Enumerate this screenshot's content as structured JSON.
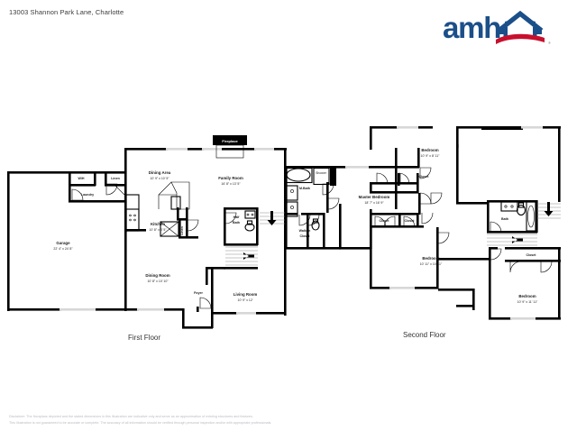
{
  "header": {
    "address": "13003 Shannon Park Lane, Charlotte",
    "logo_text": "amh",
    "logo_icon": "house-roof-icon",
    "brand_blue": "#1b4f8a",
    "brand_red": "#c8102e"
  },
  "floors": [
    {
      "id": "first",
      "caption": "First Floor"
    },
    {
      "id": "second",
      "caption": "Second Floor"
    }
  ],
  "first_floor": {
    "rooms": [
      {
        "name": "Garage",
        "dim": "22' 4\" x 24' 8\""
      },
      {
        "name": "W/H",
        "dim": ""
      },
      {
        "name": "Laundry",
        "dim": ""
      },
      {
        "name": "Linen",
        "dim": ""
      },
      {
        "name": "Dining Area",
        "dim": "10' 9\" x 10' 5\""
      },
      {
        "name": "Family Room",
        "dim": "16' 8\" x 13' 5\""
      },
      {
        "name": "Kitchen",
        "dim": "10' 8\" x 8' 5\""
      },
      {
        "name": "Dining Room",
        "dim": "10' 8\" x 10' 10\""
      },
      {
        "name": "Half Bath",
        "dim": ""
      },
      {
        "name": "Foyer",
        "dim": ""
      },
      {
        "name": "Living Room",
        "dim": "10' 9\" x 12'"
      },
      {
        "name": "Linen",
        "dim": ""
      }
    ],
    "fireplace_label": "Fireplace"
  },
  "second_floor": {
    "rooms": [
      {
        "name": "M.Bath",
        "dim": ""
      },
      {
        "name": "Shower",
        "dim": ""
      },
      {
        "name": "Walk-In Closet",
        "dim": ""
      },
      {
        "name": "Master Bedroom",
        "dim": "18' 7\" x 16' 9\""
      },
      {
        "name": "Bedroom",
        "dim": "10' 9\" x 8' 11\""
      },
      {
        "name": "Closet",
        "dim": ""
      },
      {
        "name": "Closet",
        "dim": ""
      },
      {
        "name": "Closet",
        "dim": ""
      },
      {
        "name": "Bedroom",
        "dim": "10' 11\" x 10' 11\""
      },
      {
        "name": "Bath",
        "dim": ""
      },
      {
        "name": "Closet",
        "dim": ""
      },
      {
        "name": "Bedroom",
        "dim": "10' 9\" x 11' 11\""
      }
    ]
  },
  "footer": {
    "disclaimer_line1": "Disclaimer: The floorplans depicted and the stated dimensions in this illustration are indicative only and serve as an approximation of existing structures and features.",
    "disclaimer_line2": "This illustration is not guaranteed to be accurate or complete. The accuracy of all information should be verified through personal inspection and/or with appropriate professionals."
  }
}
